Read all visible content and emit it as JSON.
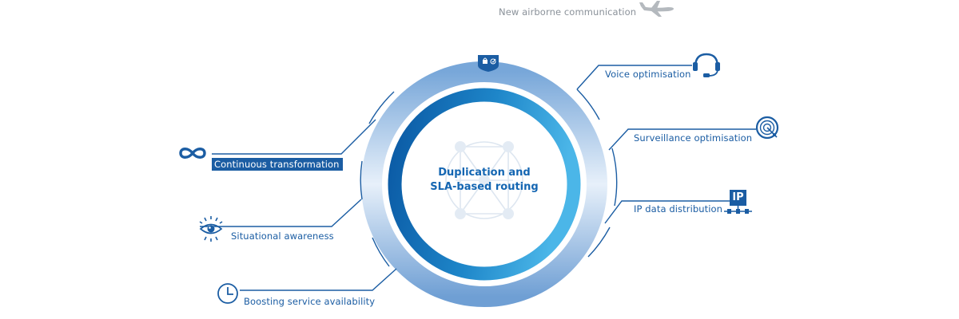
{
  "center": {
    "line1": "Duplication and",
    "line2": "SLA-based routing",
    "icon": "network-mesh-icon"
  },
  "top": {
    "label": "New airborne communication",
    "icon": "airplane-icon"
  },
  "top_badge": {
    "icon": "security-shield-icon"
  },
  "right_items": [
    {
      "label": "Voice optimisation",
      "icon": "headset-icon"
    },
    {
      "label": "Surveillance optimisation",
      "icon": "radar-icon"
    },
    {
      "label": "IP data distribution",
      "icon": "ip-network-icon",
      "icon_text": "IP"
    }
  ],
  "left_items": [
    {
      "label": "Continuous transformation",
      "icon": "infinity-icon",
      "highlighted": true
    },
    {
      "label": "Situational awareness",
      "icon": "eye-icon"
    },
    {
      "label": "Boosting service availability",
      "icon": "clock-icon"
    }
  ],
  "colors": {
    "primary": "#1b5da3",
    "ring_dark": "#0d5aa6",
    "ring_light": "#49b3e6",
    "outer_ring": "#7eacdc",
    "gray": "#8a9199"
  }
}
